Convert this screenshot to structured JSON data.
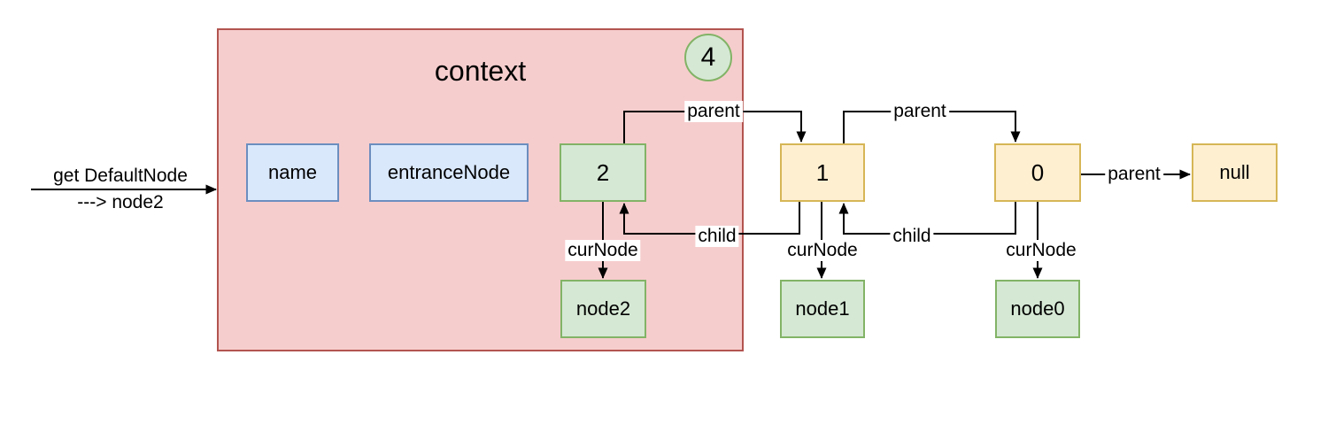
{
  "caption": {
    "line1": "get DefaultNode",
    "line2": "---&gt; node2",
    "line2_plain": "---> node2"
  },
  "context": {
    "title": "context",
    "badge": "4"
  },
  "nodes": {
    "name": {
      "label": "name"
    },
    "entrance": {
      "label": "entranceNode"
    },
    "n2": {
      "label": "2"
    },
    "n1": {
      "label": "1"
    },
    "n0": {
      "label": "0"
    },
    "nullbox": {
      "label": "null"
    },
    "node2": {
      "label": "node2"
    },
    "node1": {
      "label": "node1"
    },
    "node0": {
      "label": "node0"
    }
  },
  "edges": {
    "parent_2_1": "parent",
    "parent_1_0": "parent",
    "parent_0_null": "parent",
    "child_1_2": "child",
    "child_0_1": "child",
    "curnode_2": "curNode",
    "curnode_1": "curNode",
    "curnode_0": "curNode"
  },
  "colors": {
    "context_fill": "#f6cdcd",
    "context_border": "#b2544f",
    "green_fill": "#d5e8d4",
    "green_border": "#82b366",
    "blue_fill": "#dae8fc",
    "blue_border": "#6c8ebf",
    "yellow_fill": "#ffefd1",
    "yellow_border": "#d6b656",
    "line": "#000000"
  }
}
